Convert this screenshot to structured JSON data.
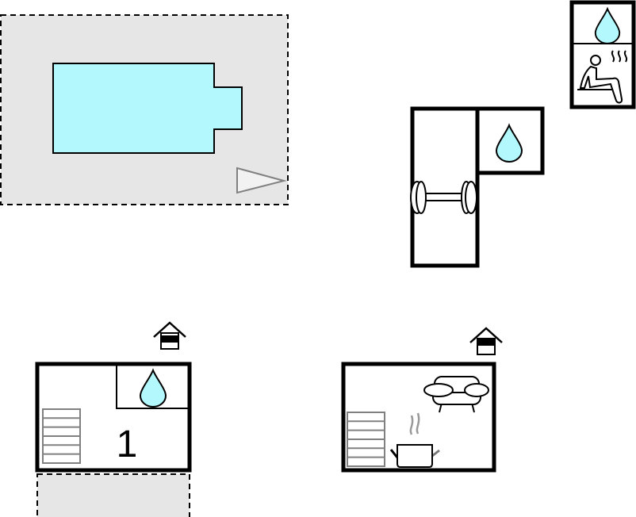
{
  "floor_label": "1",
  "colors": {
    "water": "#b3f8fd",
    "terrace": "#e6e6e6",
    "wall": "#000000",
    "stairs": "#808080"
  },
  "icons": [
    "pool",
    "terrace-direction-arrow",
    "shower-drop-icon",
    "sauna-icon",
    "fitness-dumbbell-icon",
    "house-entrance-icon",
    "stairs-icon",
    "sofa-icon",
    "cooking-pot-icon"
  ]
}
